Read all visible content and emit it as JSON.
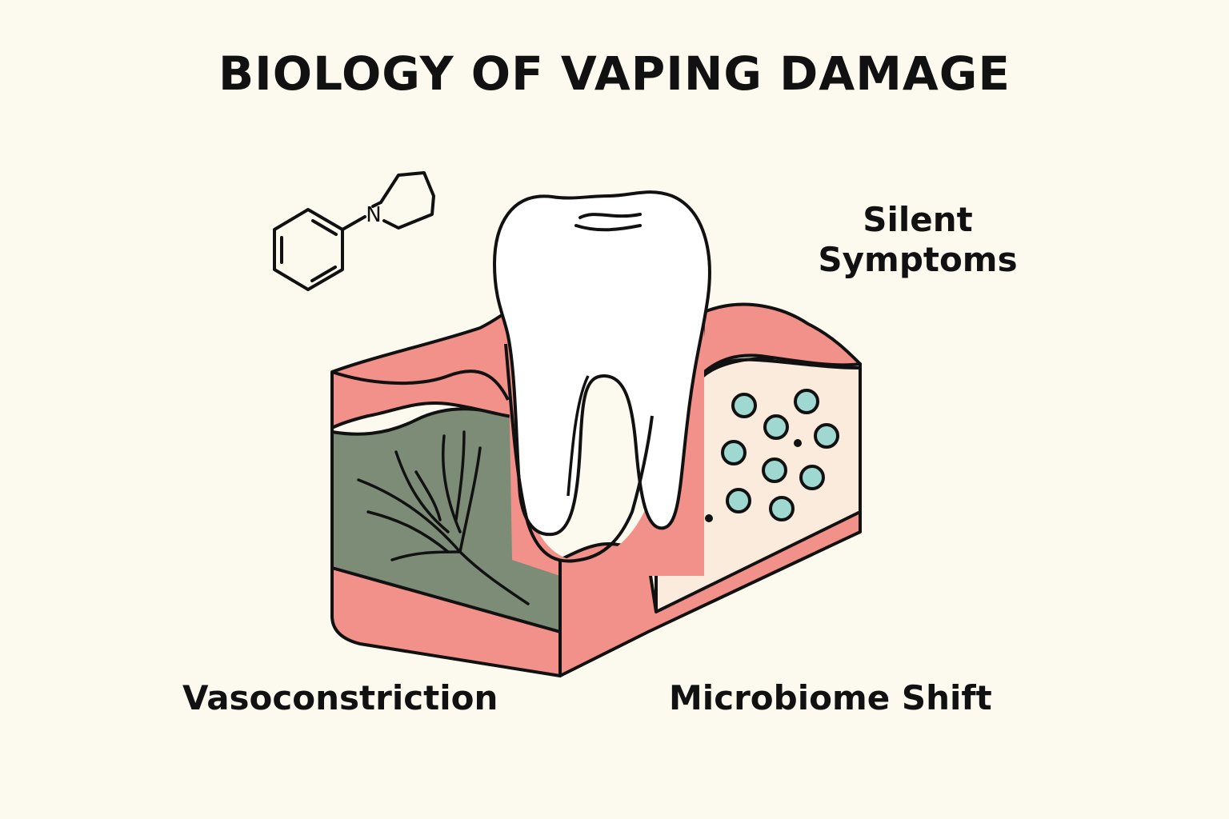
{
  "title": "BIOLOGY OF VAPING DAMAGE",
  "labels": {
    "silent_symptoms_line1": "Silent",
    "silent_symptoms_line2": "Symptoms",
    "vasoconstriction": "Vasoconstriction",
    "microbiome_shift": "Microbiome Shift"
  },
  "molecule": {
    "atom_label": "N"
  },
  "colors": {
    "background": "#FCF9EF",
    "gum": "#F2908A",
    "tissue_green": "#7C8C76",
    "bone": "#FAEBDC",
    "tooth": "#FFFFFF",
    "bacteria": "#9FD8D0",
    "outline": "#111111"
  }
}
